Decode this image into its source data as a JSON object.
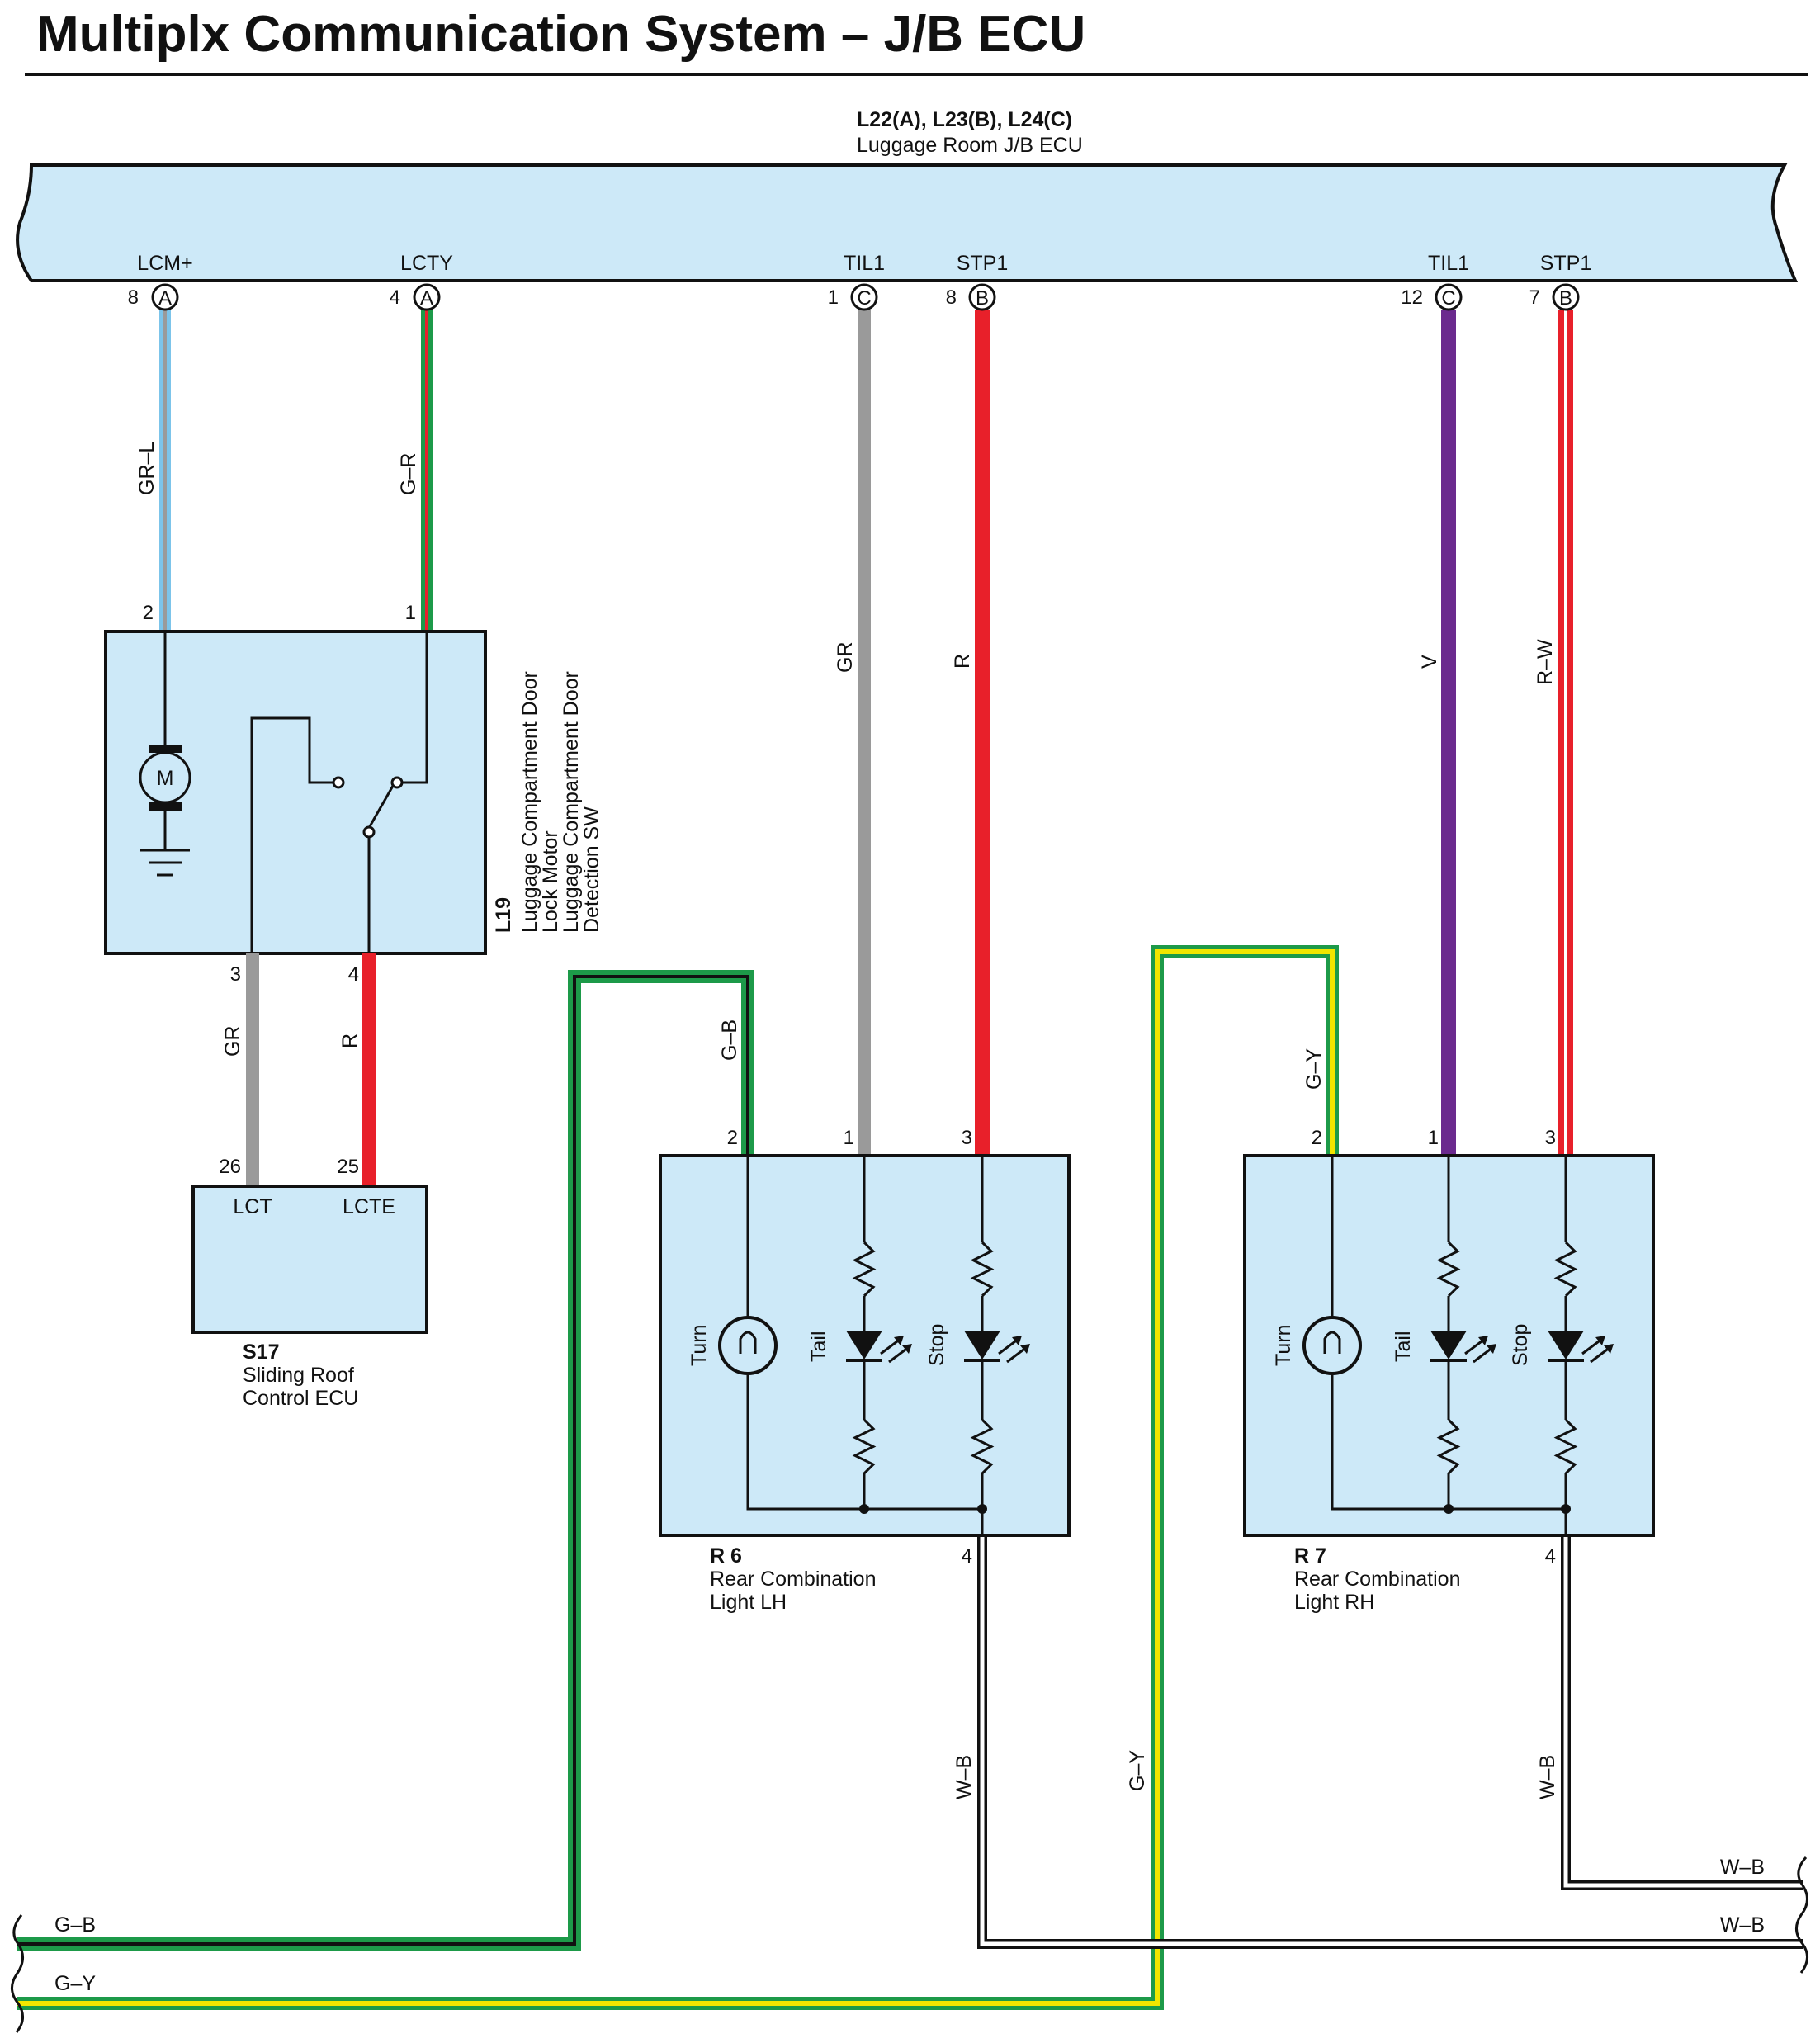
{
  "title": "Multiplx Communication System – J/B ECU",
  "jb_ecu": {
    "connector_label": "L22(A), L23(B), L24(C)",
    "name": "Luggage Room J/B ECU",
    "terminals": [
      {
        "signal": "LCM+",
        "pin": "8",
        "conn": "A"
      },
      {
        "signal": "LCTY",
        "pin": "4",
        "conn": "A"
      },
      {
        "signal": "TIL1",
        "pin": "1",
        "conn": "C"
      },
      {
        "signal": "STP1",
        "pin": "8",
        "conn": "B"
      },
      {
        "signal": "TIL1",
        "pin": "12",
        "conn": "C"
      },
      {
        "signal": "STP1",
        "pin": "7",
        "conn": "B"
      }
    ]
  },
  "l19": {
    "code": "L19",
    "name_lines": [
      "Luggage Compartment Door",
      "Lock Motor",
      "Luggage Compartment Door",
      "Detection SW"
    ],
    "motor_symbol": "M",
    "pins": [
      "2",
      "1",
      "3",
      "4"
    ]
  },
  "s17": {
    "code": "S17",
    "name_lines": [
      "Sliding Roof",
      "Control ECU"
    ],
    "terminals": [
      {
        "name": "LCT",
        "pin": "26"
      },
      {
        "name": "LCTE",
        "pin": "25"
      }
    ]
  },
  "r6": {
    "code": "R 6",
    "name_lines": [
      "Rear Combination",
      "Light LH"
    ],
    "pins": [
      "2",
      "1",
      "3",
      "4"
    ],
    "lamps": [
      "Turn",
      "Tail",
      "Stop"
    ]
  },
  "r7": {
    "code": "R 7",
    "name_lines": [
      "Rear Combination",
      "Light RH"
    ],
    "pins": [
      "2",
      "1",
      "3",
      "4"
    ],
    "lamps": [
      "Turn",
      "Tail",
      "Stop"
    ]
  },
  "wires": {
    "lcm": "GR–L",
    "lcty": "G–R",
    "l19_lct": "GR",
    "l19_lcte": "R",
    "til_lh": "GR",
    "stp_lh": "R",
    "til_rh": "V",
    "stp_rh": "R–W",
    "turn_lh": "G–B",
    "turn_rh": "G–Y",
    "gnd_lh": "W–B",
    "gnd_rh": "W–B",
    "bus_gb": "G–B",
    "bus_gy": "G–Y",
    "bus_wb1": "W–B",
    "bus_wb2": "W–B"
  },
  "colors": {
    "box_fill": "#cde9f8",
    "gray": "#9a9a9a",
    "red": "#e8202a",
    "violet": "#6b2a8e",
    "green": "#1d9a49",
    "yellow": "#f2e600",
    "light_blue": "#7cc4ea"
  }
}
